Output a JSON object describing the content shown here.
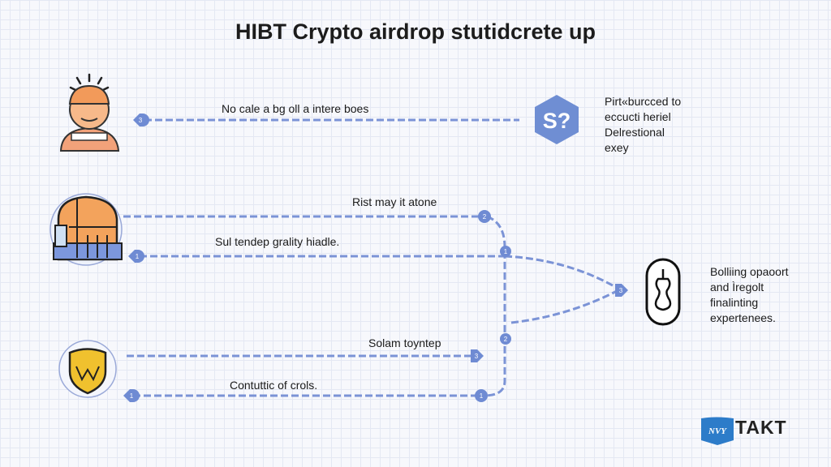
{
  "title": "HIBT Crypto airdrop stutidcrete up",
  "steps": [
    {
      "label": "No cale a bg oll a intere boes",
      "marker": "3"
    },
    {
      "label": "Rist may it atone",
      "marker": "2"
    },
    {
      "label": "Sul tendep grality hiadle.",
      "marker": "1"
    },
    {
      "label": "Solam toyntep",
      "marker": "3"
    },
    {
      "label": "Contuttic of crols.",
      "marker": "1"
    }
  ],
  "junction_markers": [
    "1",
    "2",
    "1",
    "3"
  ],
  "right_top": {
    "icon_text": "S?",
    "lines": [
      "Pirt«burcced to",
      "eccucti heriel",
      "Delrestional",
      "exey"
    ]
  },
  "right_mid": {
    "lines": [
      "Bolliing opaoort",
      "and Ìregolt",
      "finalinting",
      "expertenees."
    ]
  },
  "brand": {
    "logo_text": "NVY",
    "name": "TAKT"
  },
  "colors": {
    "line": "#7b93d6",
    "marker": "#6f8bd3",
    "hex": "#6f8ed3"
  }
}
